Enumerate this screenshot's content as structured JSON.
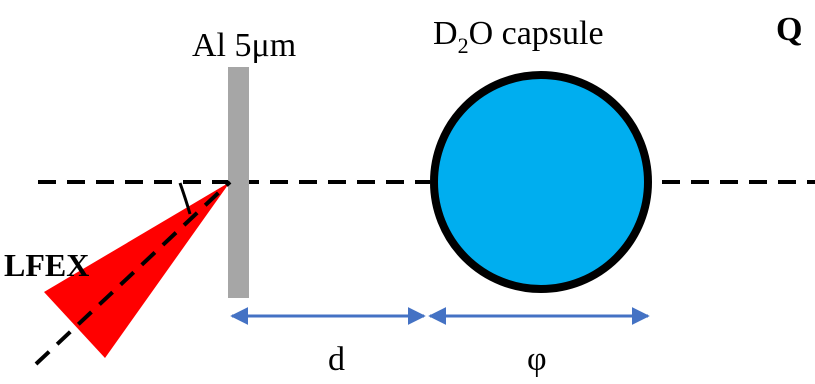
{
  "labels": {
    "foil": "Al 5μm",
    "capsule_prefix": "D",
    "capsule_sub": "2",
    "capsule_suffix": "O capsule",
    "laser": "LFEX",
    "gap": "d",
    "diameter": "φ",
    "edge": "Q"
  },
  "colors": {
    "capsule_fill": "#00aeef",
    "capsule_stroke": "#000000",
    "foil": "#a6a6a6",
    "laser": "#ff0000",
    "arrow": "#4472c4",
    "axis": "#000000"
  }
}
